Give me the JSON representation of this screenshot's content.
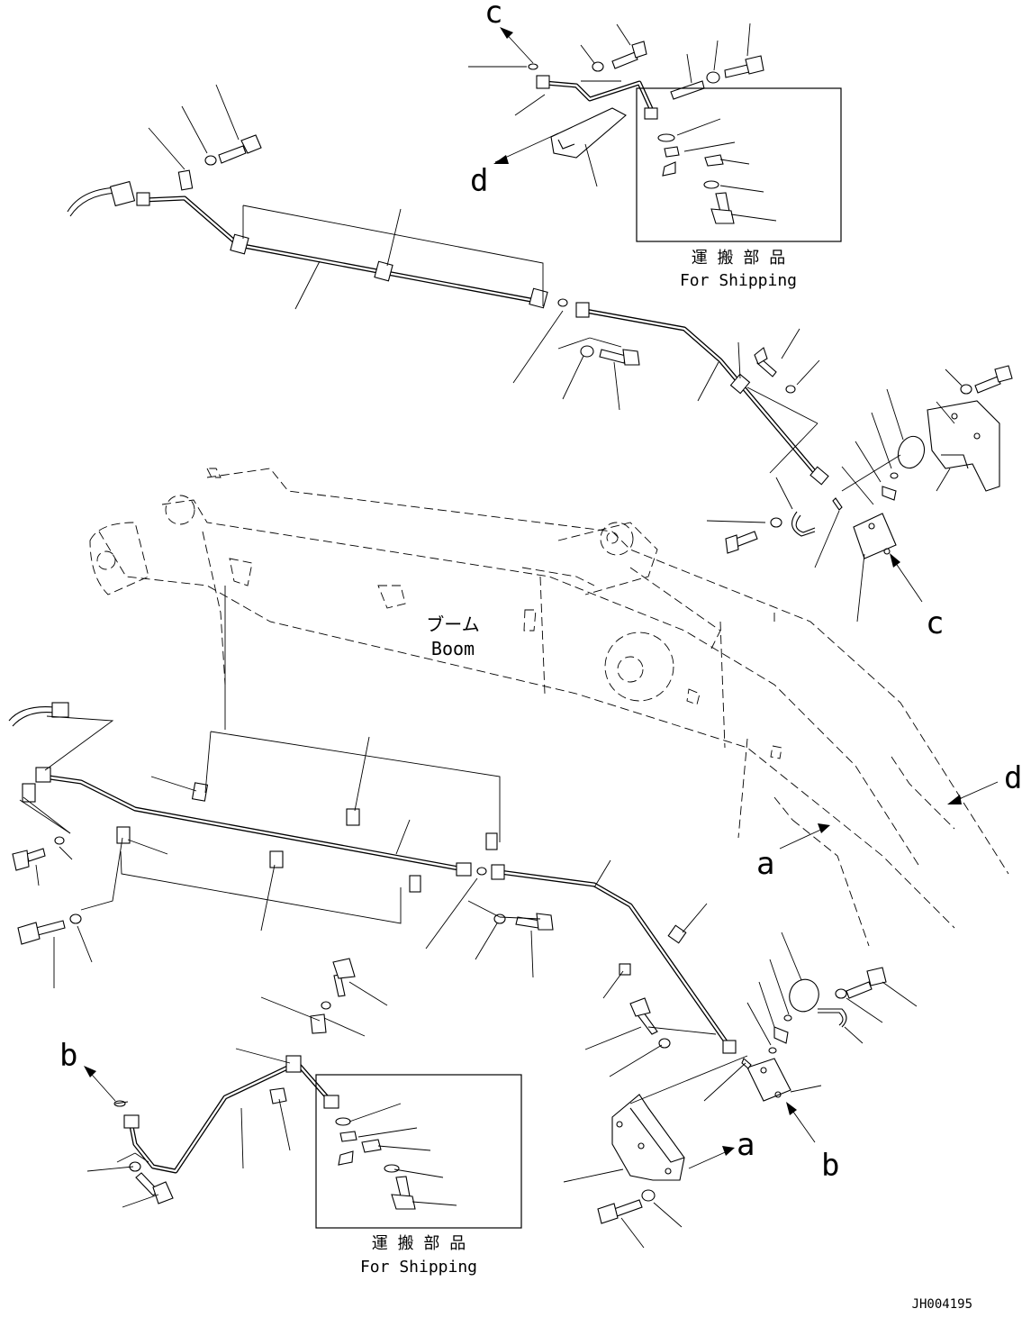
{
  "labels": {
    "boom_jp": "ブーム",
    "boom_en": "Boom",
    "shipping_jp": "運 搬 部 品",
    "shipping_en": "For Shipping",
    "ref_a": "a",
    "ref_b": "b",
    "ref_c": "c",
    "ref_d": "d",
    "drawing_no": "JH004195"
  },
  "colors": {
    "ink": "#000000",
    "paper": "#ffffff"
  }
}
